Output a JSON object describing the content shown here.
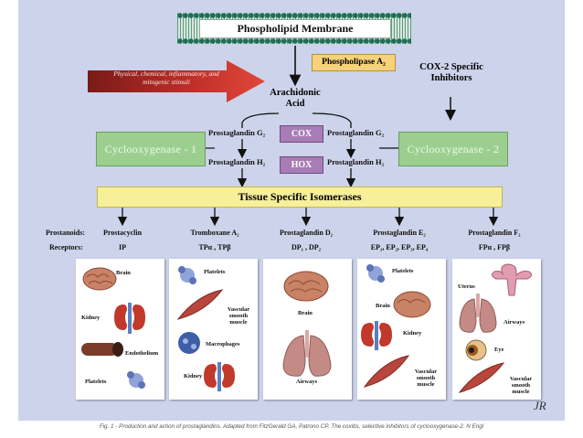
{
  "membrane": {
    "label": "Phospholipid Membrane"
  },
  "phospholipase": "Phospholipase A₂",
  "stimuli": "Physical, chemical, inflammatory, and mitogenic stimuli",
  "arachidonic": "Arachidonic Acid",
  "inhibitors": "COX-2 Specific Inhibitors",
  "cox1": "Cyclooxygenase - 1",
  "cox2": "Cyclooxygenase - 2",
  "cox": "COX",
  "hox": "HOX",
  "pg_g2_left": "Prostaglandin G₂",
  "pg_g2_right": "Prostaglandin G₂",
  "pg_h2_left": "Prostaglandin H₂",
  "pg_h2_right": "Prostaglandin H₂",
  "isomerases": "Tissue Specific Isomerases",
  "row_labels": {
    "prostanoids": "Prostanoids:",
    "receptors": "Receptors:"
  },
  "columns": [
    {
      "prostanoid": "Prostacyclin",
      "receptor": "IP",
      "tissues": [
        "Brain",
        "Kidney",
        "Endothelium",
        "Platelets"
      ]
    },
    {
      "prostanoid": "Tromboxane A₂",
      "receptor": "TPα , TPβ",
      "tissues": [
        "Platelets",
        "Vascular smooth muscle",
        "Macrophages",
        "Kidney"
      ]
    },
    {
      "prostanoid": "Prostaglandin D₂",
      "receptor": "DP₁ , DP₂",
      "tissues": [
        "Brain",
        "Airways"
      ]
    },
    {
      "prostanoid": "Prostaglandin E₂",
      "receptor": "EP₁, EP₂, EP₃, EP₄",
      "tissues": [
        "Platelets",
        "Brain",
        "Kidney",
        "Vascular smooth muscle"
      ]
    },
    {
      "prostanoid": "Prostaglandin F₂",
      "receptor": "FPα , FPβ",
      "tissues": [
        "Uterus",
        "Airways",
        "Eye",
        "Vascular smooth muscle"
      ]
    }
  ],
  "signature": "JR",
  "caption": "Fig. 1 - Production and action of prostaglandins. Adapted from FitzGerald GA, Patrono CP. The coxibs, selective inhibitors of cyclooxygenase-2. N Engl",
  "colors": {
    "background": "#ccd3ea",
    "cox_box": "#9ccf8f",
    "enzyme": "#a87cb6",
    "isomerase": "#f8ef9a",
    "phospholipase": "#f7d27b",
    "stimuli_arrow": "#c0302a"
  }
}
